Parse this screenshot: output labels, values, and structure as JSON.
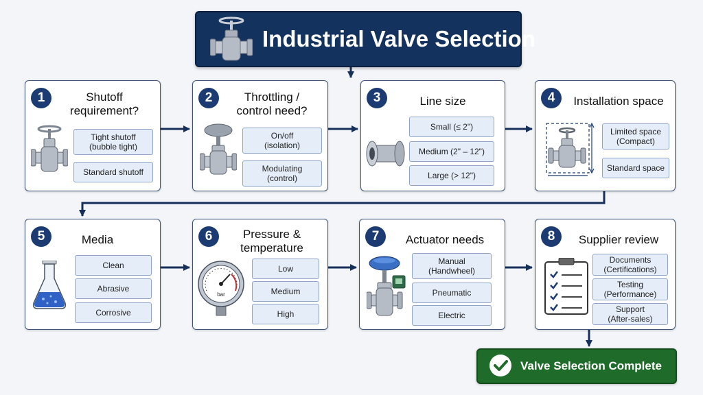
{
  "title": "Industrial Valve Selection",
  "steps": [
    {
      "number": "1",
      "title": "Shutoff\nrequirement?",
      "options": [
        "Tight shutoff\n(bubble tight)",
        "Standard shutoff"
      ]
    },
    {
      "number": "2",
      "title": "Throttling /\ncontrol need?",
      "options": [
        "On/off\n(isolation)",
        "Modulating\n(control)"
      ]
    },
    {
      "number": "3",
      "title": "Line size",
      "options": [
        "Small (≤ 2\")",
        "Medium (2\" – 12\")",
        "Large (> 12\")"
      ]
    },
    {
      "number": "4",
      "title": "Installation space",
      "options": [
        "Limited space\n(Compact)",
        "Standard space"
      ]
    },
    {
      "number": "5",
      "title": "Media",
      "options": [
        "Clean",
        "Abrasive",
        "Corrosive"
      ]
    },
    {
      "number": "6",
      "title": "Pressure &\ntemperature",
      "options": [
        "Low",
        "Medium",
        "High"
      ],
      "gauge_label": "bar"
    },
    {
      "number": "7",
      "title": "Actuator needs",
      "options": [
        "Manual\n(Handwheel)",
        "Pneumatic",
        "Electric"
      ]
    },
    {
      "number": "8",
      "title": "Supplier review",
      "options": [
        "Documents\n(Certifications)",
        "Testing\n(Performance)",
        "Support\n(After-sales)"
      ]
    }
  ],
  "final": "Valve Selection Complete",
  "icons": [
    "gate-valve-icon",
    "control-valve-icon",
    "pipe-spool-icon",
    "compact-valve-icon",
    "flask-icon",
    "pressure-gauge-icon",
    "actuated-valve-icon",
    "clipboard-icon",
    "check-circle-icon"
  ],
  "colors": {
    "navy": "#14325e",
    "option_fill": "#e5edf9",
    "success": "#1f6b2a"
  }
}
